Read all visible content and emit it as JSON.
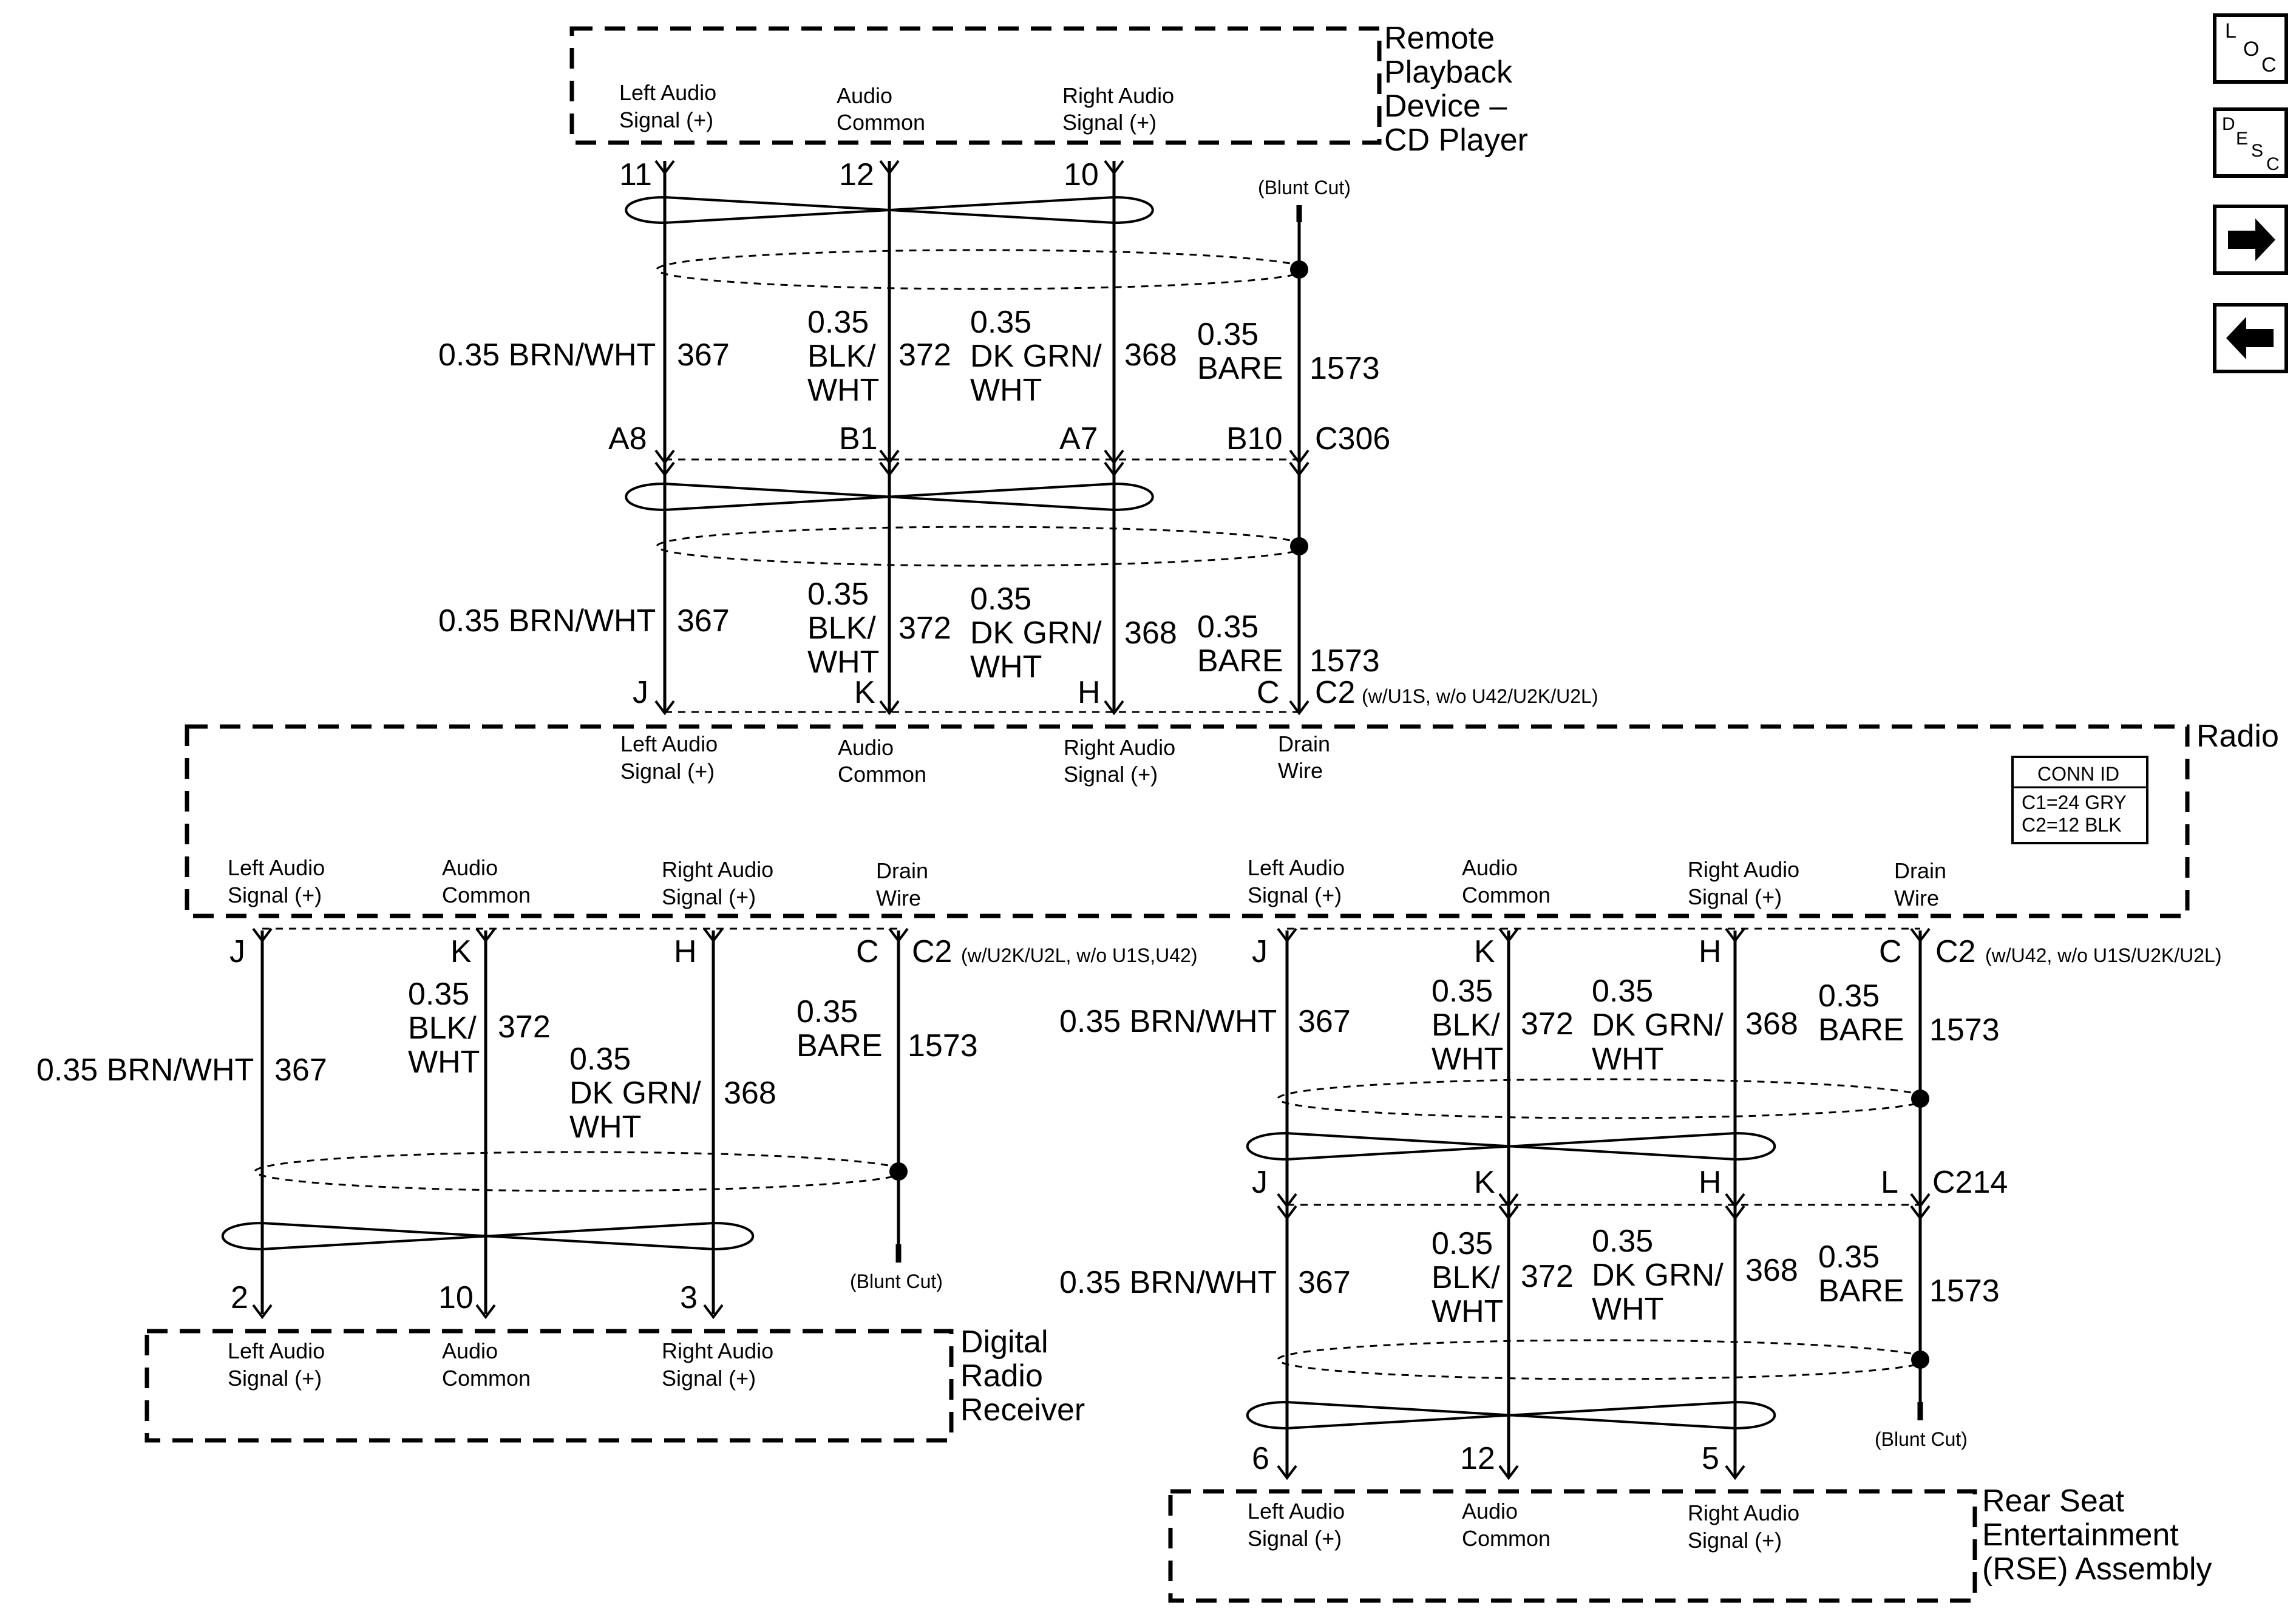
{
  "components": {
    "cd_player": [
      "Remote",
      "Playback",
      "Device –",
      "CD Player"
    ],
    "radio": "Radio",
    "digital_radio": [
      "Digital",
      "Radio",
      "Receiver"
    ],
    "rse": [
      "Rear Seat",
      "Entertainment",
      "(RSE) Assembly"
    ]
  },
  "signals": {
    "left_audio": [
      "Left Audio",
      "Signal (+)"
    ],
    "audio_common": [
      "Audio",
      "Common"
    ],
    "right_audio": [
      "Right Audio",
      "Signal (+)"
    ],
    "drain_wire": [
      "Drain",
      "Wire"
    ]
  },
  "wires": {
    "brn_wht": "0.35 BRN/WHT",
    "blk_wht": [
      "0.35",
      "BLK/",
      "WHT"
    ],
    "dkgrn_wht": [
      "0.35",
      "DK GRN/",
      "WHT"
    ],
    "bare": [
      "0.35",
      "BARE"
    ],
    "circuits": {
      "c367": "367",
      "c372": "372",
      "c368": "368",
      "c1573": "1573"
    }
  },
  "pins": {
    "cd": [
      "11",
      "12",
      "10"
    ],
    "c306": [
      "A8",
      "B1",
      "A7",
      "B10"
    ],
    "radio_top": [
      "J",
      "K",
      "H",
      "C"
    ],
    "radio_left": [
      "J",
      "K",
      "H",
      "C"
    ],
    "radio_right": [
      "J",
      "K",
      "H",
      "C"
    ],
    "c214": [
      "J",
      "K",
      "H",
      "L"
    ],
    "digital": [
      "2",
      "10",
      "3"
    ],
    "rse": [
      "6",
      "12",
      "5"
    ]
  },
  "connectors": {
    "c306": "C306",
    "c2": "C2",
    "c214": "C214",
    "c2_top_note": "(w/U1S, w/o U42/U2K/U2L)",
    "c2_left_note": "(w/U2K/U2L, w/o U1S,U42)",
    "c2_right_note": "(w/U42, w/o U1S/U2K/U2L)"
  },
  "blunt_cut": "(Blunt Cut)",
  "conn_id": {
    "title": "CONN ID",
    "lines": [
      "C1=24 GRY",
      "C2=12 BLK"
    ]
  },
  "nav_buttons": {
    "loc": [
      "L",
      "O",
      "C"
    ],
    "desc": [
      "D",
      "E",
      "S",
      "C"
    ]
  }
}
